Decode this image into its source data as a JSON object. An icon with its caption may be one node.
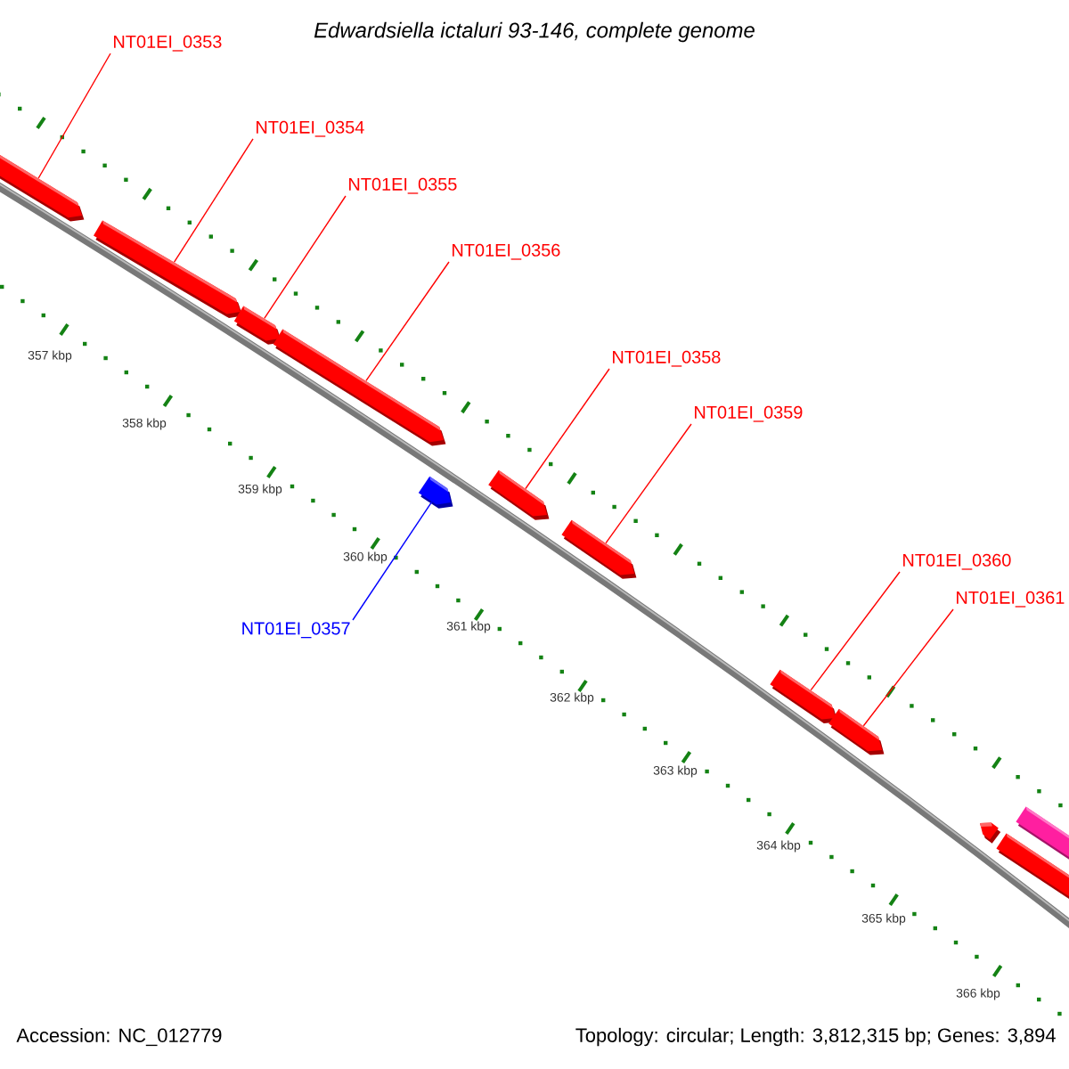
{
  "diagram": {
    "title": "Edwardsiella ictaluri 93-146, complete genome",
    "nodes": [
      {
        "text": [
          "NT01EI_0353"
        ]
      },
      {
        "text": [],
        "shape": "pentagon"
      },
      {
        "text": [
          "NT01EI_0354"
        ]
      },
      {
        "text": [],
        "shape": "pentagon"
      },
      {
        "text": [
          "NT01EI_0355"
        ]
      },
      {
        "text": [],
        "shape": "pentagon"
      },
      {
        "text": [
          "NT01EI_0356"
        ]
      },
      {
        "text": [],
        "shape": "pentagon"
      },
      {
        "text": [
          "NT01EI_0357"
        ]
      },
      {
        "text": [],
        "shape": "pentagon"
      },
      {
        "text": [
          "NT01EI_0358"
        ]
      },
      {
        "text": [],
        "shape": "pentagon"
      },
      {
        "text": [
          "NT01EI_0359"
        ]
      },
      {
        "text": [],
        "shape": "pentagon"
      },
      {
        "text": [
          "NT01EI_0360"
        ]
      },
      {
        "text": [],
        "shape": "pentagon"
      },
      {
        "text": [
          "NT01EI_0361"
        ]
      },
      {
        "text": [],
        "shape": "pentagon"
      },
      {
        "text": [],
        "shape": "pentagon"
      },
      {
        "text": [],
        "shape": "pentagon"
      },
      {
        "text": [],
        "shape": "pentagon"
      }
    ],
    "edges": [
      {
        "from": 0,
        "to": 1,
        "arrow": "none"
      },
      {
        "from": 2,
        "to": 3,
        "arrow": "none"
      },
      {
        "from": 4,
        "to": 5,
        "arrow": "none"
      },
      {
        "from": 6,
        "to": 7,
        "arrow": "none"
      },
      {
        "from": 8,
        "to": 9,
        "arrow": "none",
        "color": "#0000ff"
      },
      {
        "from": 10,
        "to": 11,
        "arrow": "none"
      },
      {
        "from": 12,
        "to": 13,
        "arrow": "none"
      },
      {
        "from": 14,
        "to": 15,
        "arrow": "none"
      },
      {
        "from": 16,
        "to": 17,
        "arrow": "none"
      }
    ],
    "labels": [
      "357 kbp",
      "358 kbp",
      "359 kbp",
      "360 kbp",
      "361 kbp",
      "362 kbp",
      "363 kbp",
      "364 kbp",
      "365 kbp",
      "366 kbp",
      "Accession: NC_012779",
      "Topology: circular; Length: 3,812,315 bp; Genes: 3,894"
    ]
  }
}
